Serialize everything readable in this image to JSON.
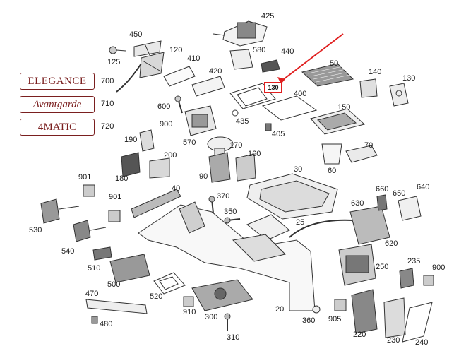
{
  "diagram": {
    "badges": {
      "elegance": "ELEGANCE",
      "avantgarde": "Avantgarde",
      "matic": "4MATIC"
    },
    "highlight": {
      "label": "130",
      "color": "#e02020"
    },
    "accent_color": "#7a1f1f",
    "labels": {
      "p425": "425",
      "p450": "450",
      "p580": "580",
      "p440": "440",
      "p120": "120",
      "p125": "125",
      "p50": "50",
      "p140": "140",
      "p130": "130",
      "p410": "410",
      "p420": "420",
      "p700": "700",
      "p400": "400",
      "p710": "710",
      "p600": "600",
      "p150": "150",
      "p435": "435",
      "p405": "405",
      "p720": "720",
      "p900a": "900",
      "p190": "190",
      "p570": "570",
      "p170": "170",
      "p70": "70",
      "p200": "200",
      "p160": "160",
      "p60": "60",
      "p180": "180",
      "p90": "90",
      "p30": "30",
      "p901a": "901",
      "p40": "40",
      "p660": "660",
      "p640": "640",
      "p650": "650",
      "p370": "370",
      "p901b": "901",
      "p530": "530",
      "p630": "630",
      "p350": "350",
      "p25": "25",
      "p540": "540",
      "p620": "620",
      "p510": "510",
      "p235": "235",
      "p250": "250",
      "p900b": "900",
      "p500": "500",
      "p470": "470",
      "p520": "520",
      "p910": "910",
      "p300": "300",
      "p20": "20",
      "p360": "360",
      "p905": "905",
      "p220": "220",
      "p230": "230",
      "p480": "480",
      "p310": "310",
      "p240": "240"
    }
  }
}
